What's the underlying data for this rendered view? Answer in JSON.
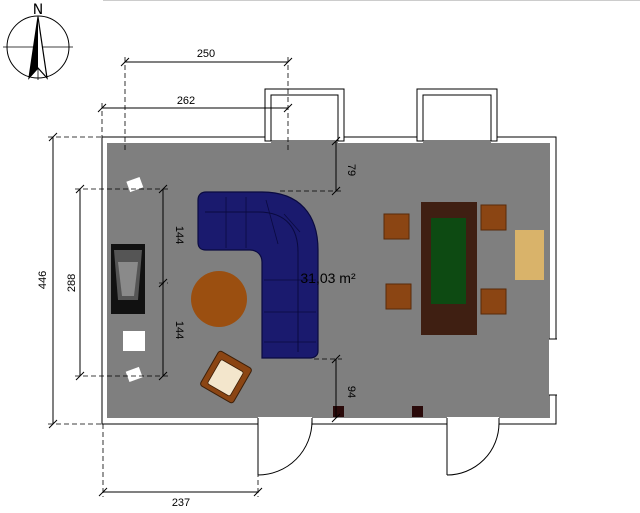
{
  "plan": {
    "room_area": "31,03 m²",
    "compass_letter": "N",
    "dimensions": {
      "top_inner": "250",
      "top_outer": "262",
      "left_total": "446",
      "left_mid": "288",
      "sofa_upper": "144",
      "sofa_lower": "144",
      "top_gap": "79",
      "bottom_gap": "94",
      "bottom": "237"
    }
  },
  "colors": {
    "floor": "#7f7f7f",
    "sofa": "#1a1a6e",
    "rug": "#9b4f10",
    "table": "#3f1f12",
    "table_felt": "#0d4a12",
    "chair": "#8b4513",
    "cabinet": "#d9b36a"
  },
  "icons": [
    "compass-icon",
    "fireplace-icon",
    "armchair-icon",
    "door-swing-icon",
    "lamp-icon"
  ]
}
